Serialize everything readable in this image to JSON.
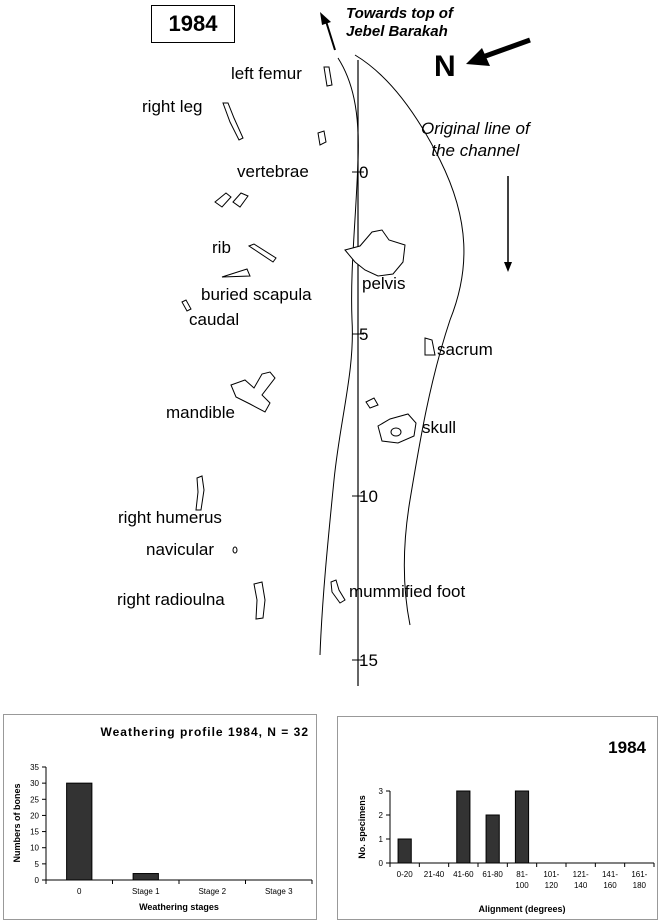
{
  "map": {
    "year": "1984",
    "direction_note": [
      "Towards top of",
      "Jebel Barakah"
    ],
    "north": "N",
    "channel_note": [
      "Original line of",
      "the channel"
    ],
    "scale_ticks": [
      "0",
      "5",
      "10",
      "15"
    ],
    "bones": {
      "left_femur": "left femur",
      "right_leg": "right leg",
      "vertebrae": "vertebrae",
      "rib": "rib",
      "buried_scapula": "buried scapula",
      "caudal": "caudal",
      "pelvis": "pelvis",
      "sacrum": "sacrum",
      "mandible": "mandible",
      "skull": "skull",
      "right_humerus": "right humerus",
      "navicular": "navicular",
      "right_radioulna": "right radioulna",
      "mummified_foot": "mummified foot"
    }
  },
  "chart_data": [
    {
      "type": "bar",
      "title": "Weathering profile 1984, N = 32",
      "xlabel": "Weathering stages",
      "ylabel": "Numbers of bones",
      "categories": [
        "0",
        "Stage 1",
        "Stage 2",
        "Stage 3"
      ],
      "values": [
        30,
        2,
        0,
        0
      ],
      "ylim": [
        0,
        35
      ],
      "yticks": [
        0,
        5,
        10,
        15,
        20,
        25,
        30,
        35
      ],
      "bar_color": "#333333"
    },
    {
      "type": "bar",
      "title": "1984",
      "xlabel": "Alignment (degrees)",
      "ylabel": "No. specimens",
      "categories": [
        "0-20",
        "21-40",
        "41-60",
        "61-80",
        "81-100",
        "101-120",
        "121-140",
        "141-160",
        "161-180"
      ],
      "values": [
        1,
        0,
        3,
        2,
        3,
        0,
        0,
        0,
        0
      ],
      "ylim": [
        0,
        3
      ],
      "yticks": [
        0,
        1,
        2,
        3
      ],
      "bar_color": "#333333"
    }
  ]
}
